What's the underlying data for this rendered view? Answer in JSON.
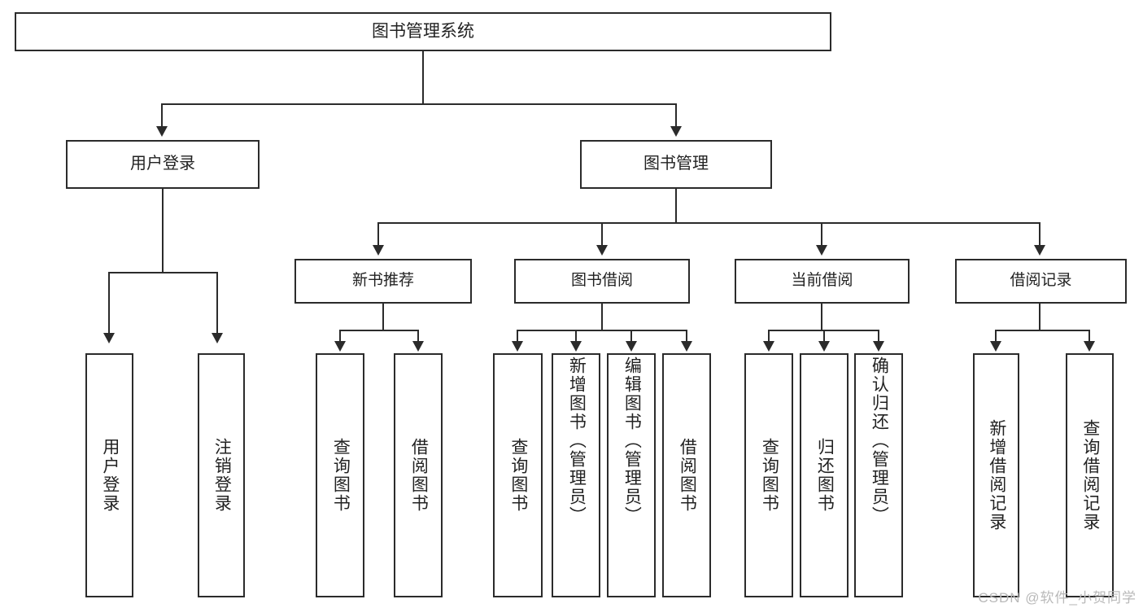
{
  "diagram": {
    "type": "tree",
    "title": "图书管理系统",
    "root": {
      "label": "图书管理系统"
    },
    "level2": [
      {
        "label": "用户登录"
      },
      {
        "label": "图书管理"
      }
    ],
    "level3": [
      {
        "label": "新书推荐"
      },
      {
        "label": "图书借阅"
      },
      {
        "label": "当前借阅"
      },
      {
        "label": "借阅记录"
      }
    ],
    "leaves": {
      "user_login": [
        {
          "label": "用户登录"
        },
        {
          "label": "注销登录"
        }
      ],
      "new_book_recommend": [
        {
          "label": "查询图书"
        },
        {
          "label": "借阅图书"
        }
      ],
      "book_borrow": [
        {
          "label": "查询图书"
        },
        {
          "label": "新增图书（管理员）"
        },
        {
          "label": "编辑图书（管理员）"
        },
        {
          "label": "借阅图书"
        }
      ],
      "current_borrow": [
        {
          "label": "查询图书"
        },
        {
          "label": "归还图书"
        },
        {
          "label": "确认归还（管理员）"
        }
      ],
      "borrow_record": [
        {
          "label": "新增借阅记录"
        },
        {
          "label": "查询借阅记录"
        }
      ]
    }
  },
  "watermark": {
    "text": "CSDN @软件_小贺同学"
  },
  "colors": {
    "line": "#2b2b2b",
    "box_fill": "#ffffff",
    "text": "#222222",
    "watermark": "#b9b9b9"
  }
}
